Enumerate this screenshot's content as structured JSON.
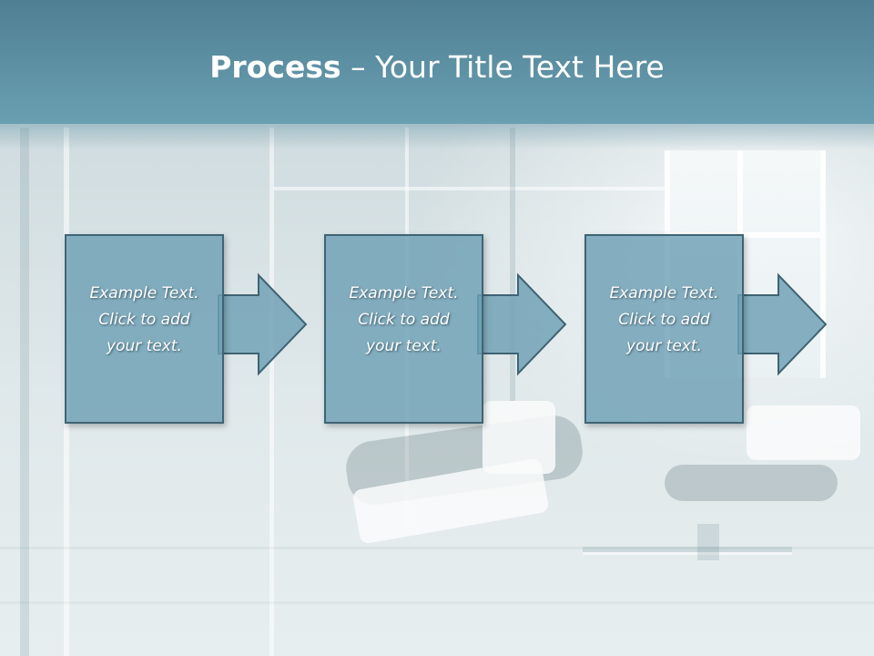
{
  "slide": {
    "title_bold": "Process",
    "title_rest": " – Your Title Text Here",
    "steps": [
      {
        "lines": [
          "Example Text.",
          "Click  to add",
          "your text."
        ]
      },
      {
        "lines": [
          "Example Text.",
          "Click  to add",
          "your text."
        ]
      },
      {
        "lines": [
          "Example Text.",
          "Click  to add",
          "your text."
        ]
      }
    ]
  },
  "colors": {
    "title_band": "#5b8ea2",
    "step_fill": "#6ea0b4",
    "step_border": "#3f6474",
    "text": "#ffffff"
  }
}
